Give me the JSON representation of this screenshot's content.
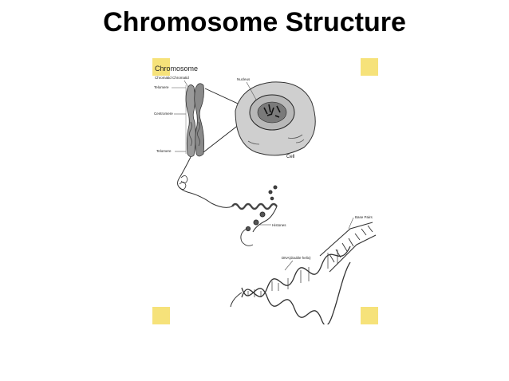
{
  "slide": {
    "title": "Chromosome Structure"
  },
  "diagram": {
    "heading": "Chromosome",
    "labels": {
      "chromatid": "Chromatid Chromatid",
      "telomere_top": "Telomere",
      "centromere": "Centromere",
      "telomere_bottom": "Telomere",
      "nucleus": "Nucleus",
      "cell": "Cell",
      "histones": "Histones",
      "base_pairs": "Base Pairs",
      "dna_helix": "DNA(double helix)"
    },
    "colors": {
      "corner_accent": "#f6e27a",
      "ink": "#333333"
    }
  }
}
